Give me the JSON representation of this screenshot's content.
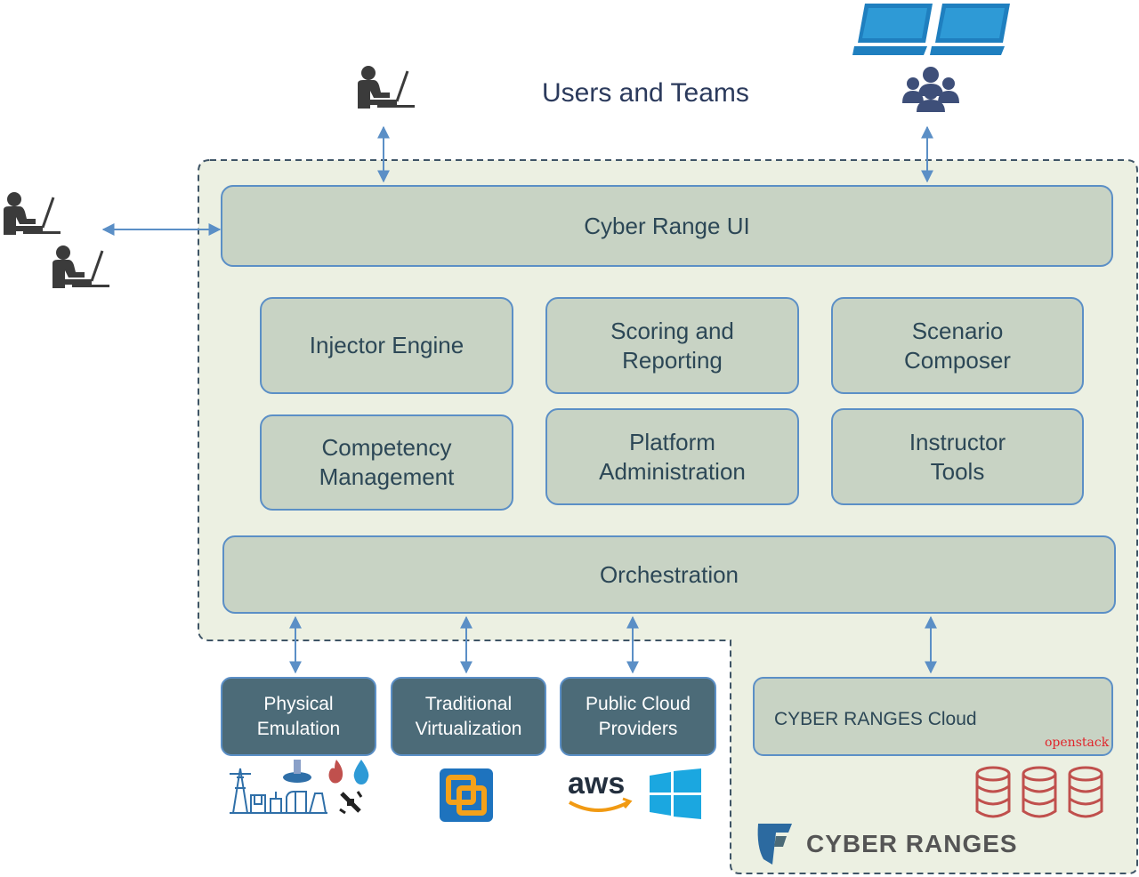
{
  "diagram": {
    "title": "Users and Teams",
    "ui_layer": "Cyber Range UI",
    "modules": [
      "Injector Engine",
      "Scoring and\nReporting",
      "Scenario\nComposer",
      "Competency\nManagement",
      "Platform\nAdministration",
      "Instructor\nTools"
    ],
    "orchestration": "Orchestration",
    "backends": [
      "Physical\nEmulation",
      "Traditional\nVirtualization",
      "Public Cloud\nProviders"
    ],
    "cloud_label": "CYBER RANGES Cloud",
    "openstack_label": "openstack",
    "aws_label": "aws",
    "brand": "CYBER RANGES"
  },
  "colors": {
    "panel_fill": "#ecf0e2",
    "box_fill": "#c8d3c4",
    "box_border": "#5b8fc6",
    "dark_box": "#4c6b78",
    "arrow": "#5b8fc6",
    "icon_gray": "#3b3b3b",
    "laptop_blue": "#1f7fbf",
    "db_red": "#c0504d"
  },
  "icons": [
    "user-at-laptop-icon",
    "laptop-icon",
    "team-icon",
    "power-grid-icon",
    "vmware-icon",
    "aws-icon",
    "windows-icon",
    "openstack-icon",
    "database-icon",
    "cyber-ranges-logo-icon"
  ]
}
